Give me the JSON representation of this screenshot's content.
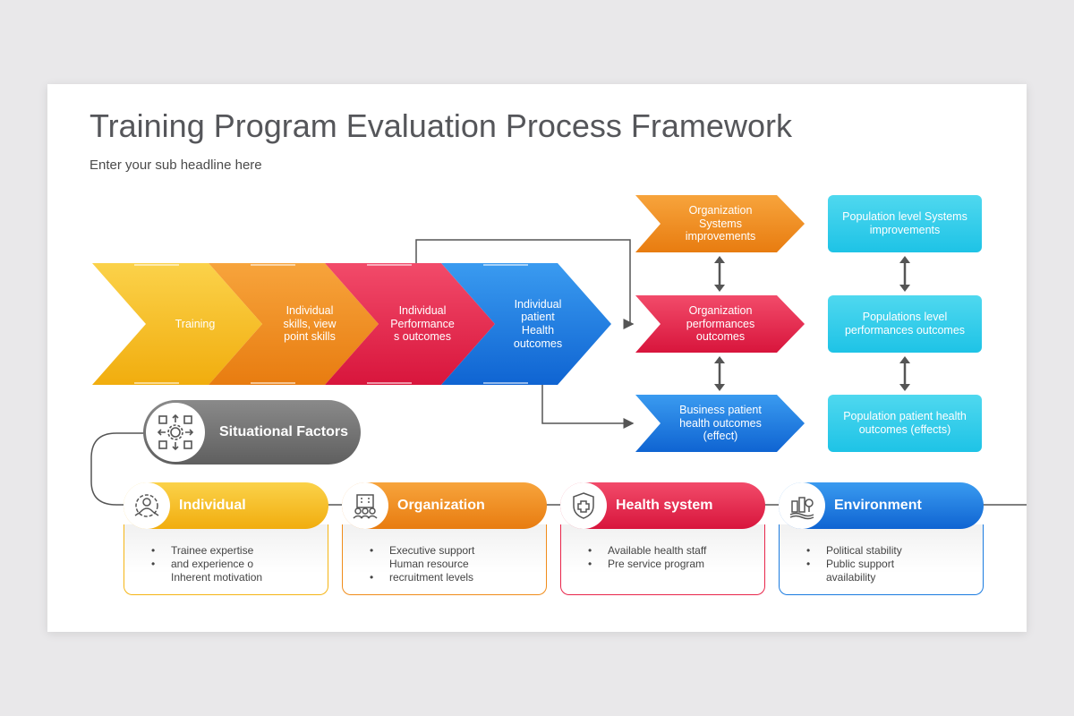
{
  "title": "Training Program Evaluation Process Framework",
  "subtitle": "Enter your sub headline here",
  "chevrons": [
    {
      "label": "Training",
      "color": "#f6b922"
    },
    {
      "label": "Individual skills, view point skills",
      "color": "#f08c1a"
    },
    {
      "label": "Individual Performance s outcomes",
      "color": "#e8254a"
    },
    {
      "label": "Individual patient Health outcomes",
      "color": "#1a7be0"
    }
  ],
  "outcome_arrows": [
    {
      "label": "Organization Systems improvements",
      "color": "#f08c1a"
    },
    {
      "label": "Organization performances outcomes",
      "color": "#e8254a"
    },
    {
      "label": "Business patient health outcomes (effect)",
      "color": "#1a7be0"
    }
  ],
  "population_boxes": [
    {
      "label": "Population level Systems improvements"
    },
    {
      "label": "Populations level performances outcomes"
    },
    {
      "label": "Population patient health outcomes (effects)"
    }
  ],
  "situational_factors": {
    "label": "Situational Factors"
  },
  "factors": [
    {
      "label": "Individual",
      "color": "#f5b515",
      "icon": "individual-icon",
      "items": [
        "Trainee expertise",
        "and experience o",
        "Inherent motivation"
      ],
      "bullets": [
        true,
        true,
        false
      ]
    },
    {
      "label": "Organization",
      "color": "#f08c1a",
      "icon": "organization-icon",
      "items": [
        "Executive support",
        "Human resource",
        "recruitment levels"
      ],
      "bullets": [
        true,
        false,
        true
      ]
    },
    {
      "label": "Health system",
      "color": "#e8254a",
      "icon": "health-system-icon",
      "items": [
        "Available health staff",
        "Pre service program"
      ],
      "bullets": [
        true,
        true
      ]
    },
    {
      "label": "Environment",
      "color": "#1a7be0",
      "icon": "environment-icon",
      "items": [
        "Political stability",
        "Public support",
        "availability"
      ],
      "bullets": [
        true,
        true,
        false
      ]
    }
  ],
  "colors": {
    "cyan": "#1ec3e6",
    "gray": "#6e6e6e",
    "line": "#555555"
  }
}
